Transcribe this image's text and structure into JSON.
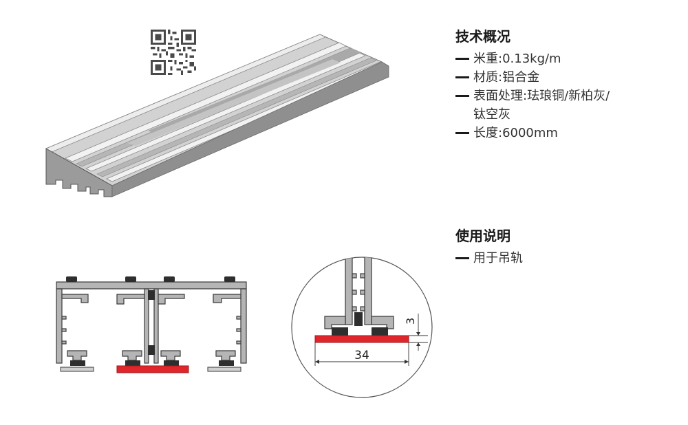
{
  "tech_overview": {
    "heading": "技术概况",
    "items": [
      "米重:0.13kg/m",
      "材质:铝合金",
      "表面处理:珐琅铜/新柏灰/钛空灰",
      "长度:6000mm"
    ]
  },
  "usage": {
    "heading": "使用说明",
    "items": [
      "用于吊轨"
    ]
  },
  "detail_drawing": {
    "height_dimension": "3",
    "width_dimension": "34"
  },
  "colors": {
    "aluminum_light": "#d7d7d7",
    "aluminum_mid": "#b9b9b9",
    "aluminum_dark": "#8a8a8a",
    "highlight_red": "#e0262b",
    "outline": "#3a3a3a"
  }
}
